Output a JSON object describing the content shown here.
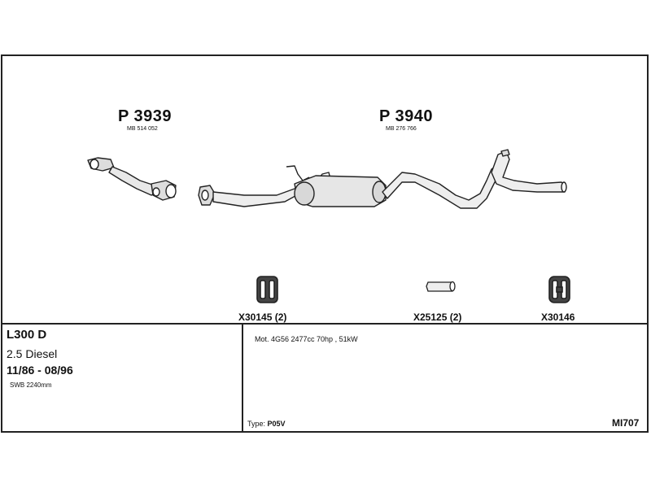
{
  "parts": [
    {
      "part_no": "P 3939",
      "oem": "MB 514 052"
    },
    {
      "part_no": "P 3940",
      "oem": "MB 276 766"
    }
  ],
  "clips": [
    {
      "label": "X30145 (2)"
    },
    {
      "label": "X25125 (2)"
    },
    {
      "label": "X30146"
    }
  ],
  "vehicle": {
    "model": "L300 D",
    "engine_type": "2.5 Diesel",
    "years": "11/86 - 08/96",
    "wheelbase": "SWB 2240mm"
  },
  "spec": {
    "motor": "Mot. 4G56 2477cc 70hp , 51kW",
    "type_label": "Type:",
    "type_value": "P05V"
  },
  "catalog_code": "MI707"
}
